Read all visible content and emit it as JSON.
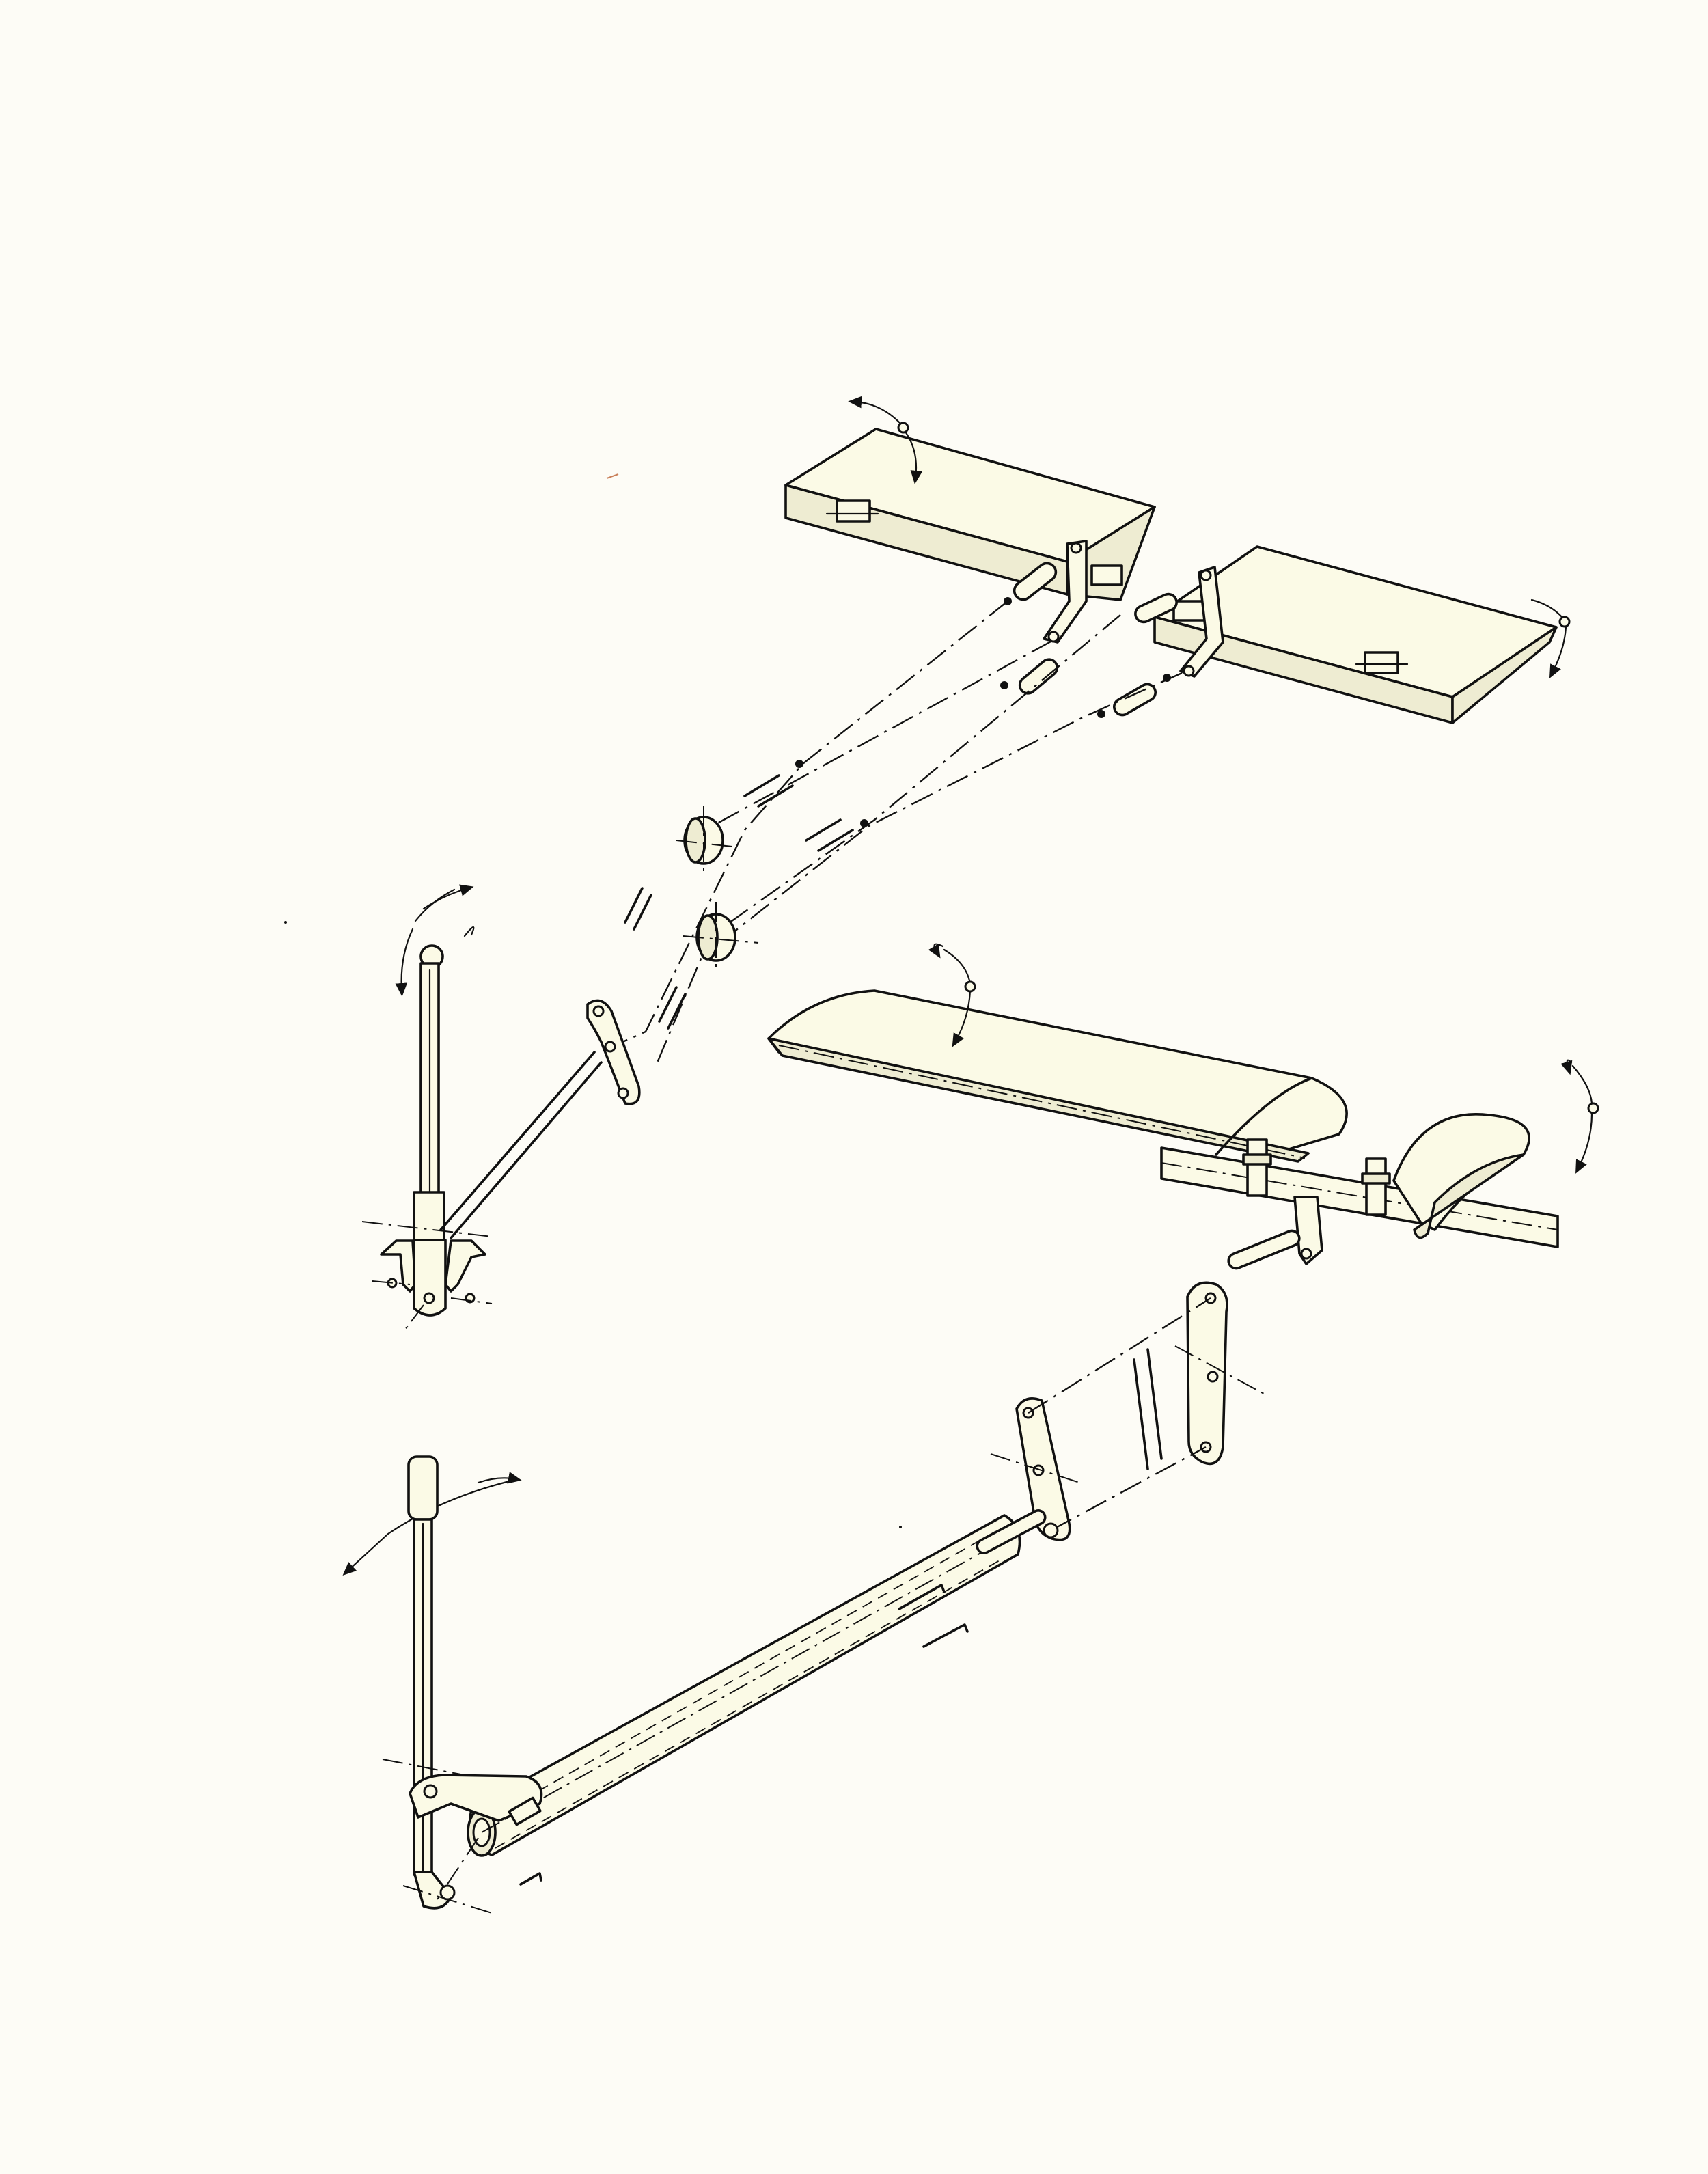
{
  "figure": {
    "description_free": true,
    "components": [
      "aileron-left",
      "aileron-right",
      "aileron-cables",
      "cable-pulleys",
      "control-column-upper",
      "elevator-surface",
      "rudder-fin",
      "elevator-bellcranks",
      "control-stick-lower",
      "torque-tube"
    ]
  },
  "colors": {
    "paper": "#fdfcf6",
    "surface": "#fbfae6",
    "ink": "#111111"
  }
}
